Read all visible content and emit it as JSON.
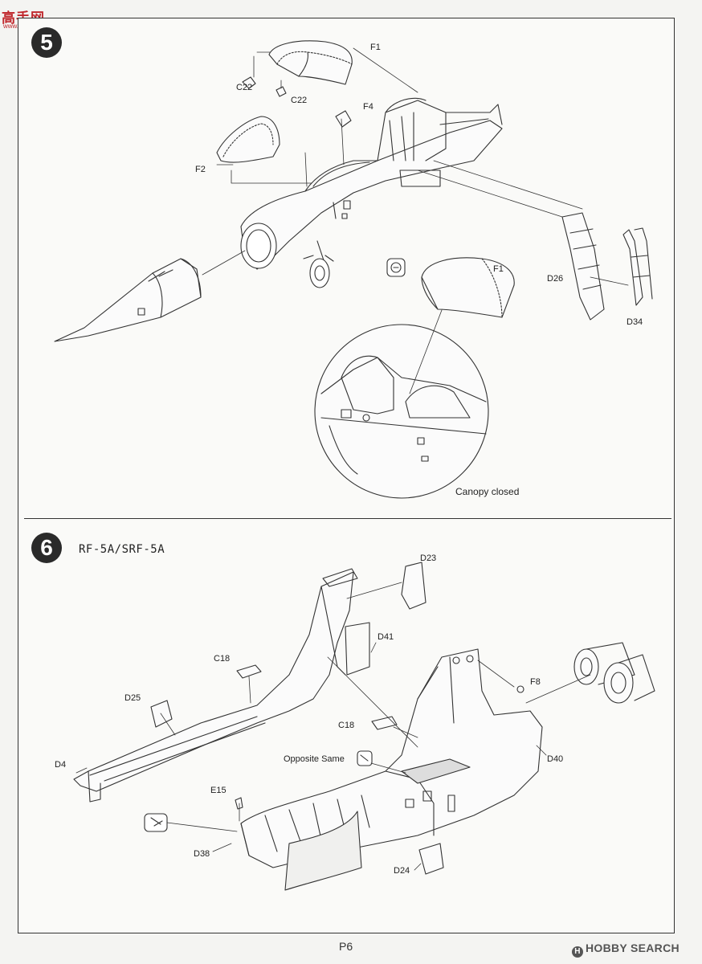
{
  "watermark": {
    "logo": "高手网",
    "url": "www.gaoshou.net"
  },
  "page": {
    "number": "P6",
    "brand": "HOBBY SEARCH",
    "brand_mark": "H"
  },
  "step5": {
    "number": "5",
    "parts": {
      "F1": "F1",
      "C22a": "C22",
      "C22b": "C22",
      "F4": "F4",
      "F2": "F2",
      "F1b": "F1",
      "D26": "D26",
      "D34": "D34"
    },
    "inset_caption": "Canopy closed"
  },
  "step6": {
    "number": "6",
    "variant": "RF-5A/SRF-5A",
    "parts": {
      "D23": "D23",
      "D41": "D41",
      "C18a": "C18",
      "D25": "D25",
      "F8": "F8",
      "C18b": "C18",
      "D4": "D4",
      "D40": "D40",
      "E15": "E15",
      "D38": "D38",
      "D24": "D24"
    },
    "opposite_note": "Opposite Same"
  }
}
